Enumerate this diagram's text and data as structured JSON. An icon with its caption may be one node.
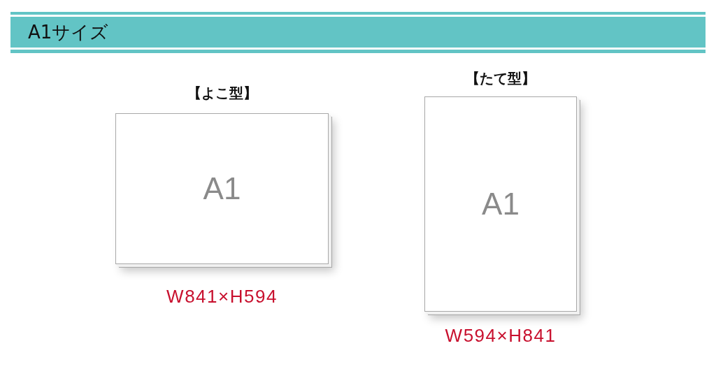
{
  "diagram": {
    "title": "A1サイズ",
    "nodes": [
      {
        "text": [
          "【よこ型】",
          "A1"
        ],
        "beside": [
          "W841×H594"
        ]
      },
      {
        "text": [
          "【たて型】",
          "A1"
        ],
        "beside": [
          "W594×H841"
        ]
      }
    ]
  }
}
